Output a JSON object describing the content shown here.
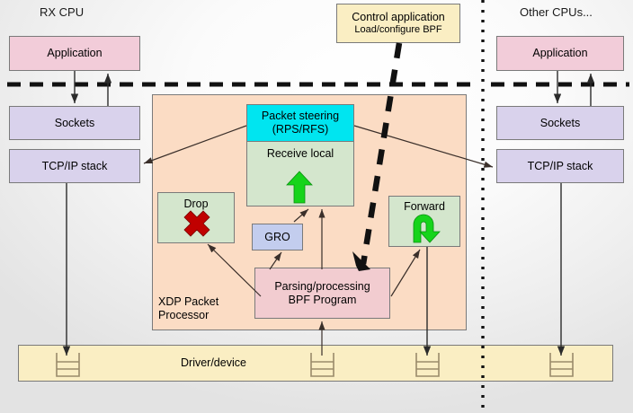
{
  "diagram": {
    "title_left": "RX CPU",
    "title_right": "Other CPUs...",
    "left_stack": [
      {
        "label": "Application",
        "color": "#f2ccd9"
      },
      {
        "label": "Sockets",
        "color": "#d9d2ec"
      },
      {
        "label": "TCP/IP stack",
        "color": "#d9d2ec"
      }
    ],
    "right_stack": [
      {
        "label": "Application",
        "color": "#f2ccd9"
      },
      {
        "label": "Sockets",
        "color": "#d9d2ec"
      },
      {
        "label": "TCP/IP stack",
        "color": "#d9d2ec"
      }
    ],
    "control_app": {
      "title": "Control application",
      "subtitle": "Load/configure BPF",
      "color": "#faeec3"
    },
    "xdp": {
      "container_label_line1": "XDP Packet",
      "container_label_line2": "Processor",
      "container_color": "#fbdcc4",
      "packet_steering": {
        "line1": "Packet steering",
        "line2": "(RPS/RFS)",
        "color": "#00e5f0"
      },
      "receive_local": {
        "label": "Receive local",
        "color": "#d4e6cd",
        "icon": "up-arrow-icon"
      },
      "drop": {
        "label": "Drop",
        "color": "#d4e6cd",
        "icon": "red-x-icon"
      },
      "gro": {
        "label": "GRO",
        "color": "#c3cdee"
      },
      "forward": {
        "label": "Forward",
        "color": "#d4e6cd",
        "icon": "u-turn-arrow-icon"
      },
      "bpf_program": {
        "line1": "Parsing/processing",
        "line2": "BPF Program",
        "color": "#f2ccd0"
      }
    },
    "driver": {
      "label": "Driver/device",
      "color": "#faeec3",
      "queues": [
        "queue-icon",
        "queue-icon",
        "queue-icon",
        "queue-icon"
      ]
    },
    "separators": {
      "kernel_boundary": "dashed-horizontal-line",
      "cpu_boundary": "dotted-vertical-line"
    },
    "colors": {
      "green_arrow": "#16d41b",
      "red_x": "#c00000",
      "cyan": "#00e5f0",
      "border": "#7a7a7a",
      "line": "#3a2f2a"
    }
  }
}
